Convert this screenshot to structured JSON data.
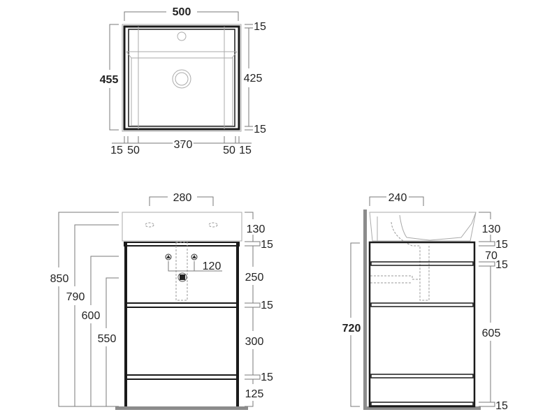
{
  "colors": {
    "line": "#1a1a1a",
    "dimension": "#7a7a7a",
    "floor": "#8c8c8c"
  },
  "top_view": {
    "width_label": "500",
    "depth_label": "455",
    "right_dims": [
      "15",
      "425",
      "15"
    ],
    "bottom_dims": [
      "15",
      "50",
      "370",
      "50",
      "15"
    ]
  },
  "front_view": {
    "basin_width": "280",
    "heights": [
      "850",
      "790",
      "600",
      "550"
    ],
    "right_dims": [
      "130",
      "15",
      "250",
      "15",
      "300",
      "15",
      "125"
    ],
    "tap_spacing": "120"
  },
  "side_view": {
    "basin_depth": "240",
    "cabinet_height": "720",
    "right_dims": [
      "130",
      "15",
      "70",
      "15",
      "605",
      "15"
    ]
  }
}
